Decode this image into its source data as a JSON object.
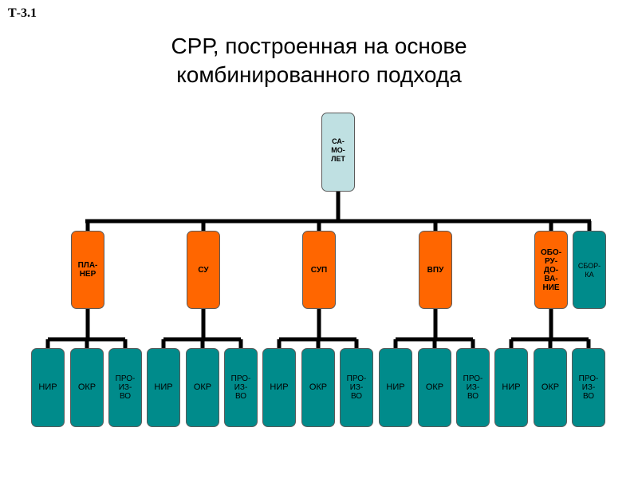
{
  "slide_tag": "Т-3.1",
  "title": {
    "line1": "СРР, построенная  на основе",
    "line2": "комбинированного подхода"
  },
  "tree": {
    "root": "СА-\nМО-\nЛЕТ",
    "groups": [
      {
        "label": "ПЛА-\nНЕР",
        "children": [
          "НИР",
          "ОКР",
          "ПРО-\nИЗ-\nВО"
        ]
      },
      {
        "label": "СУ",
        "children": [
          "НИР",
          "ОКР",
          "ПРО-\nИЗ-\nВО"
        ]
      },
      {
        "label": "СУП",
        "children": [
          "НИР",
          "ОКР",
          "ПРО-\nИЗ-\nВО"
        ]
      },
      {
        "label": "ВПУ",
        "children": [
          "НИР",
          "ОКР",
          "ПРО-\nИЗ-\nВО"
        ]
      },
      {
        "label": "ОБО-\nРУ-\nДО-\nВА-\nНИЕ",
        "children": [
          "НИР",
          "ОКР",
          "ПРО-\nИЗ-\nВО"
        ]
      }
    ],
    "assembly": "СБОР-\nКА"
  },
  "colors": {
    "root": "#bfe0e2",
    "level1": "#ff6600",
    "leaf": "#008b8b",
    "connector": "#000000"
  }
}
